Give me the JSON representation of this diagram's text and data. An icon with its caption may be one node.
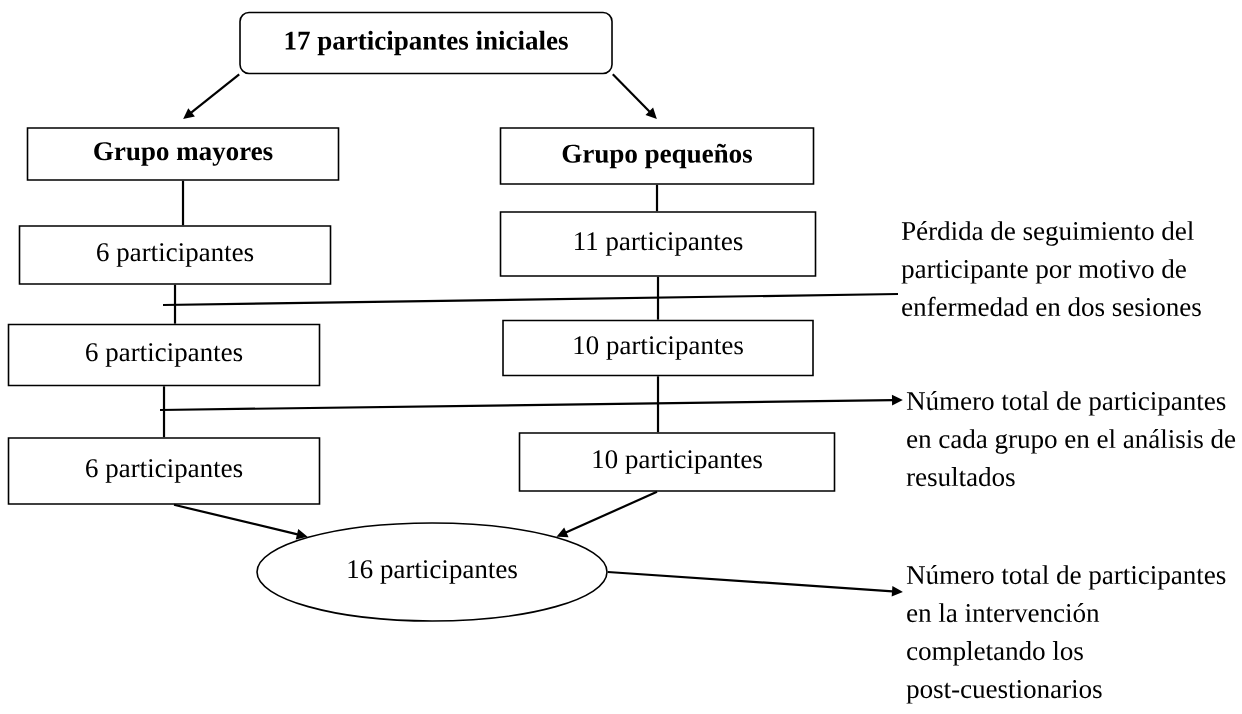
{
  "diagram": {
    "nodes": [
      {
        "text": [
          "17 participantes iniciales"
        ]
      },
      {
        "text": [
          "Grupo mayores"
        ]
      },
      {
        "text": [
          "Grupo pequeños"
        ]
      },
      {
        "text": [
          "6 participantes"
        ]
      },
      {
        "text": [
          "6 participantes"
        ]
      },
      {
        "text": [
          "6 participantes"
        ]
      },
      {
        "text": [
          "11 participantes"
        ]
      },
      {
        "text": [
          "10 participantes"
        ]
      },
      {
        "text": [
          "10 participantes"
        ]
      },
      {
        "text": [
          "16 participantes"
        ]
      },
      {
        "text": [
          "Pérdida de seguimiento del participante por motivo de enfermedad en dos sesiones"
        ]
      },
      {
        "text": [
          "Número total de participantes en cada grupo en el análisis de resultados"
        ]
      },
      {
        "text": [
          "Número total de participantes en la intervención completando los post-cuestionarios"
        ]
      }
    ],
    "edges": [
      {
        "from": 0,
        "to": 1,
        "arrow": "to"
      },
      {
        "from": 0,
        "to": 2,
        "arrow": "to"
      },
      {
        "from": 1,
        "to": 3,
        "arrow": "none"
      },
      {
        "from": 3,
        "to": 4,
        "arrow": "none"
      },
      {
        "from": 4,
        "to": 5,
        "arrow": "none"
      },
      {
        "from": 2,
        "to": 6,
        "arrow": "none"
      },
      {
        "from": 6,
        "to": 7,
        "arrow": "none"
      },
      {
        "from": 7,
        "to": 8,
        "arrow": "none"
      },
      {
        "from": 5,
        "to": 9,
        "arrow": "to"
      },
      {
        "from": 8,
        "to": 9,
        "arrow": "to"
      },
      {
        "from": 9,
        "to": 12,
        "arrow": "to"
      },
      {
        "from": null,
        "to": 10,
        "arrow": "none"
      },
      {
        "from": null,
        "to": 11,
        "arrow": "to"
      }
    ]
  }
}
